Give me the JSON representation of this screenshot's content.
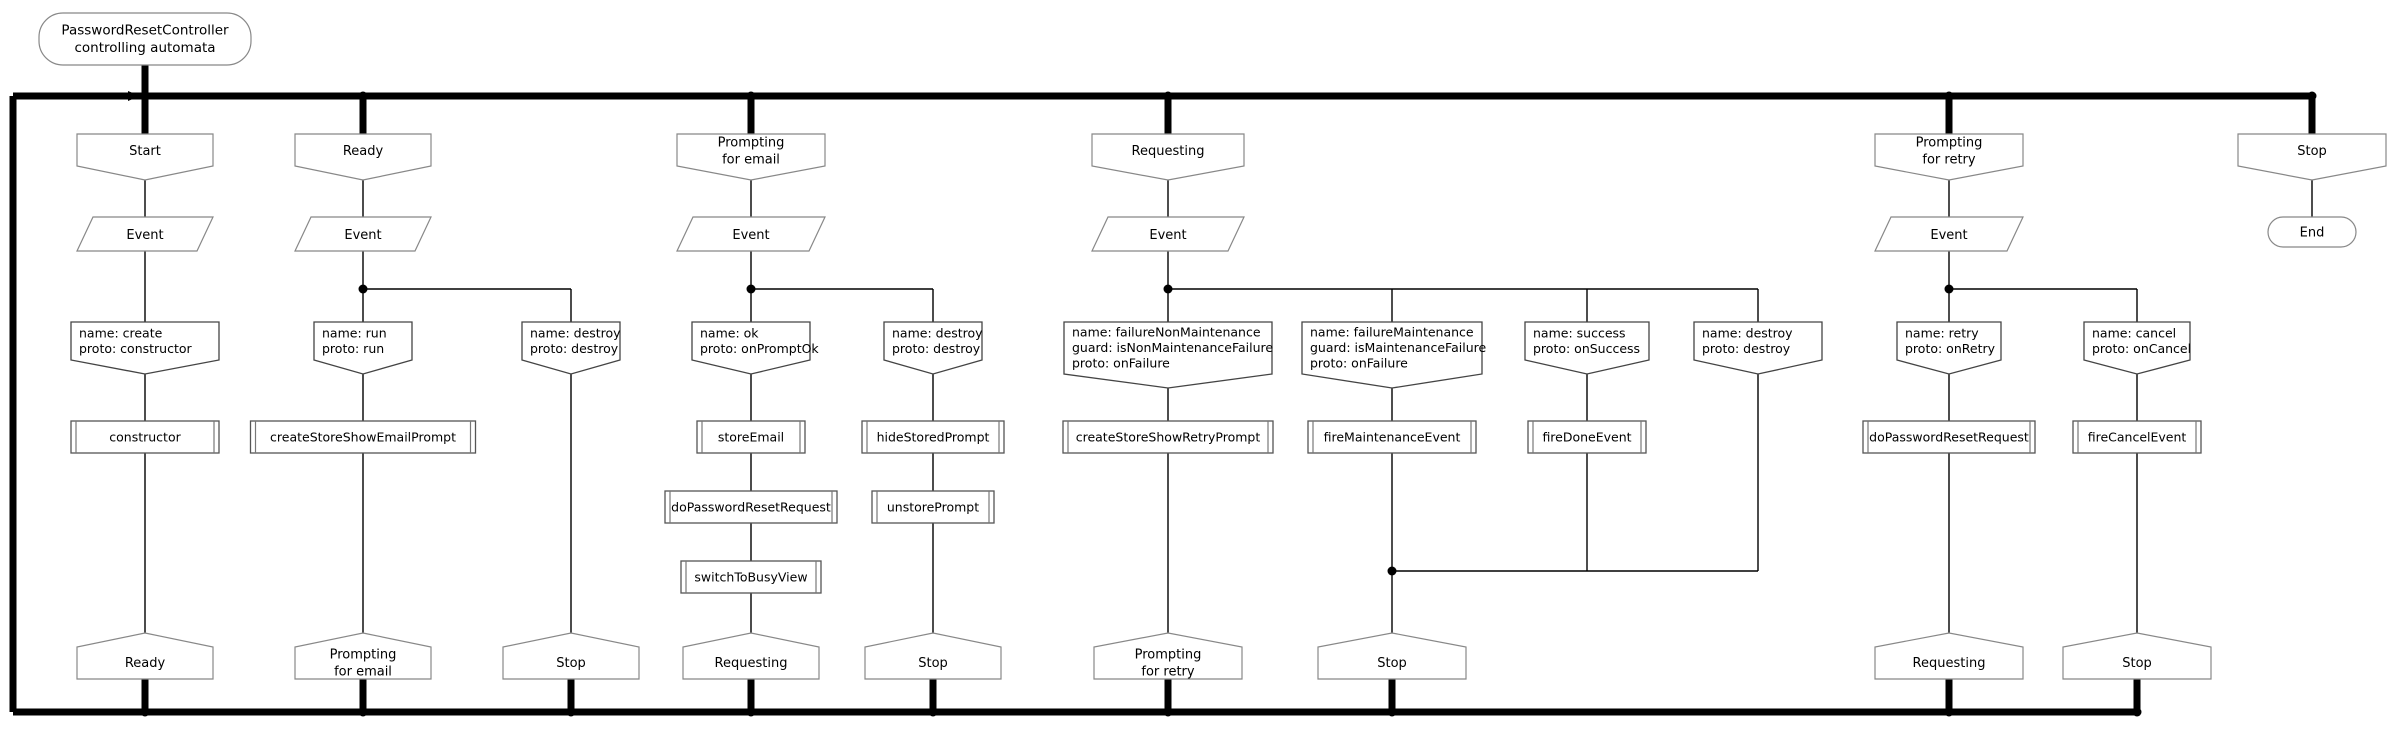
{
  "title": {
    "line1": "PasswordResetController",
    "line2": "controlling automata"
  },
  "end_node": {
    "label": "End"
  },
  "shapes": {
    "event_label": "Event"
  },
  "columns": [
    {
      "id": "start",
      "source_state": "Start",
      "event": "Event",
      "branches": [
        {
          "id": "create",
          "detail": [
            "name: create",
            "proto: constructor"
          ],
          "actions": [
            "constructor"
          ],
          "target_state": "Ready"
        }
      ]
    },
    {
      "id": "ready",
      "source_state": "Ready",
      "event": "Event",
      "branches": [
        {
          "id": "run",
          "detail": [
            "name: run",
            "proto: run"
          ],
          "actions": [
            "createStoreShowEmailPrompt"
          ],
          "target_state": "Prompting\nfor email"
        },
        {
          "id": "ready-destroy",
          "detail": [
            "name: destroy",
            "proto: destroy"
          ],
          "actions": [],
          "target_state": "Stop"
        }
      ]
    },
    {
      "id": "prompting-for-email",
      "source_state": "Prompting\nfor email",
      "event": "Event",
      "branches": [
        {
          "id": "ok",
          "detail": [
            "name: ok",
            "proto: onPromptOk"
          ],
          "actions": [
            "storeEmail",
            "doPasswordResetRequest",
            "switchToBusyView"
          ],
          "target_state": "Requesting"
        },
        {
          "id": "pfe-destroy",
          "detail": [
            "name: destroy",
            "proto: destroy"
          ],
          "actions": [
            "hideStoredPrompt",
            "unstorePrompt"
          ],
          "target_state": "Stop"
        }
      ]
    },
    {
      "id": "requesting",
      "source_state": "Requesting",
      "event": "Event",
      "branches": [
        {
          "id": "failure-non-maintenance",
          "detail": [
            "name: failureNonMaintenance",
            "guard: isNonMaintenanceFailure",
            "proto: onFailure"
          ],
          "actions": [
            "createStoreShowRetryPrompt"
          ],
          "target_state": "Prompting\nfor retry"
        },
        {
          "id": "failure-maintenance",
          "detail": [
            "name: failureMaintenance",
            "guard: isMaintenanceFailure",
            "proto: onFailure"
          ],
          "actions": [
            "fireMaintenanceEvent"
          ],
          "target_state": "Stop"
        },
        {
          "id": "success",
          "detail": [
            "name: success",
            "proto: onSuccess"
          ],
          "actions": [
            "fireDoneEvent"
          ],
          "target_state": "Stop"
        },
        {
          "id": "req-destroy",
          "detail": [
            "name: destroy",
            "proto: destroy"
          ],
          "actions": [],
          "target_state": "Stop"
        }
      ]
    },
    {
      "id": "prompting-for-retry",
      "source_state": "Prompting\nfor retry",
      "event": "Event",
      "branches": [
        {
          "id": "retry",
          "detail": [
            "name: retry",
            "proto: onRetry"
          ],
          "actions": [
            "doPasswordResetRequest"
          ],
          "target_state": "Requesting"
        },
        {
          "id": "cancel",
          "detail": [
            "name: cancel",
            "proto: onCancel"
          ],
          "actions": [
            "fireCancelEvent"
          ],
          "target_state": "Stop"
        }
      ]
    },
    {
      "id": "stop",
      "source_state": "Stop",
      "event": null,
      "branches": []
    }
  ],
  "colors": {
    "background": "#ffffff",
    "rail": "#000000",
    "node_stroke": "#888888",
    "text": "#000000"
  }
}
